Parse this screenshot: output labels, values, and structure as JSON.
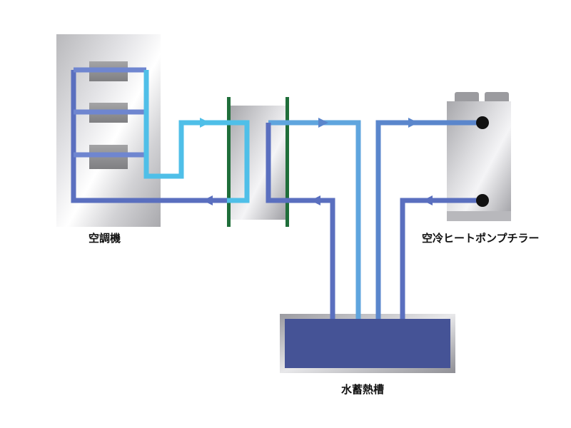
{
  "labels": {
    "air_conditioner": "空調機",
    "heat_pump_chiller": "空冷ヒートポンプチラー",
    "thermal_storage_tank": "水蓄熱槽"
  },
  "colors": {
    "cold_pipe": "#4fbfe8",
    "return_pipe": "#5a6fbf",
    "tank_fill": "#455396",
    "heat_exchanger_plate": "#1f6e3a",
    "unit_body": "#cfcfd2",
    "coil_block": "#8e8e90"
  }
}
